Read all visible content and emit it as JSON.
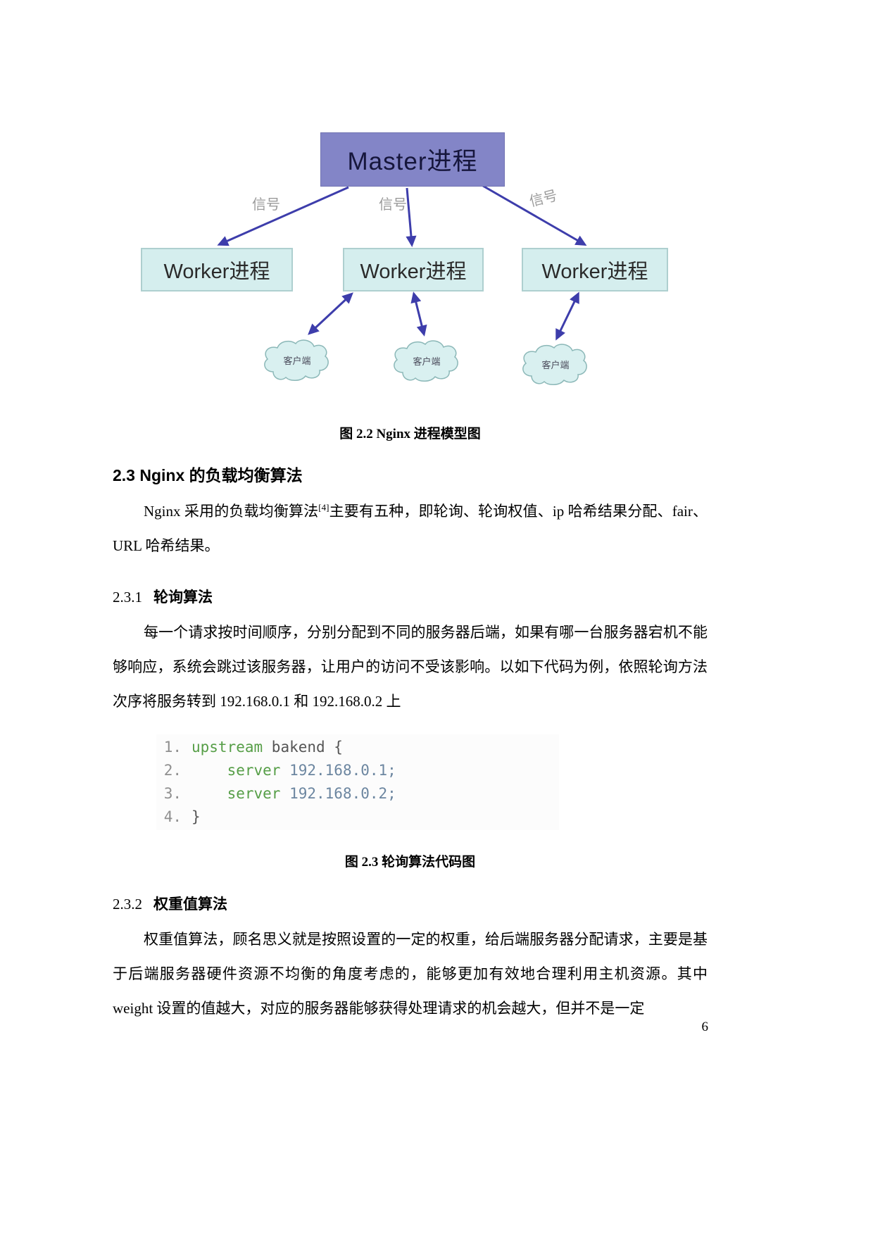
{
  "figure2_2": {
    "master_label": "Master进程",
    "signal_labels": [
      "信号",
      "信号",
      "信号"
    ],
    "worker_labels": [
      "Worker进程",
      "Worker进程",
      "Worker进程"
    ],
    "client_labels": [
      "客户端",
      "客户端",
      "客户端"
    ],
    "caption": "图 2.2 Nginx 进程模型图"
  },
  "section2_3": {
    "heading": "2.3 Nginx 的负载均衡算法",
    "paragraph": {
      "before_citation": "Nginx 采用的负载均衡算法",
      "citation": "[4]",
      "after_citation": "主要有五种，即轮询、轮询权值、ip 哈希结果分配、fair、URL 哈希结果。"
    }
  },
  "section2_3_1": {
    "number": "2.3.1",
    "title": "轮询算法",
    "paragraph": "每一个请求按时间顺序，分别分配到不同的服务器后端，如果有哪一台服务器宕机不能够响应，系统会跳过该服务器，让用户的访问不受该影响。以如下代码为例，依照轮询方法次序将服务转到 192.168.0.1 和 192.168.0.2 上"
  },
  "figure2_3": {
    "code_lines": [
      {
        "num": "1.",
        "keyword": "upstream",
        "rest": " bakend {",
        "value": ""
      },
      {
        "num": "2.",
        "keyword": "    server",
        "rest": " ",
        "value": "192.168.0.1;"
      },
      {
        "num": "3.",
        "keyword": "    server",
        "rest": " ",
        "value": "192.168.0.2;"
      },
      {
        "num": "4.",
        "keyword": "",
        "rest": "}",
        "value": ""
      }
    ],
    "caption": "图 2.3 轮询算法代码图"
  },
  "section2_3_2": {
    "number": "2.3.2",
    "title": "权重值算法",
    "paragraph": "权重值算法，顾名思义就是按照设置的一定的权重，给后端服务器分配请求，主要是基于后端服务器硬件资源不均衡的角度考虑的，能够更加有效地合理利用主机资源。其中 weight 设置的值越大，对应的服务器能够获得处理请求的机会越大，但并不是一定"
  },
  "page": {
    "number": "6"
  },
  "colors": {
    "master_fill": "#8385c7",
    "worker_fill": "#d5eeee",
    "worker_border": "#aecfcf",
    "arrow": "#3d3dab",
    "signal_text": "#9b9b9b",
    "code_keyword": "#569e47",
    "code_value": "#6c86a0",
    "code_line_number": "#8f8f8f"
  }
}
